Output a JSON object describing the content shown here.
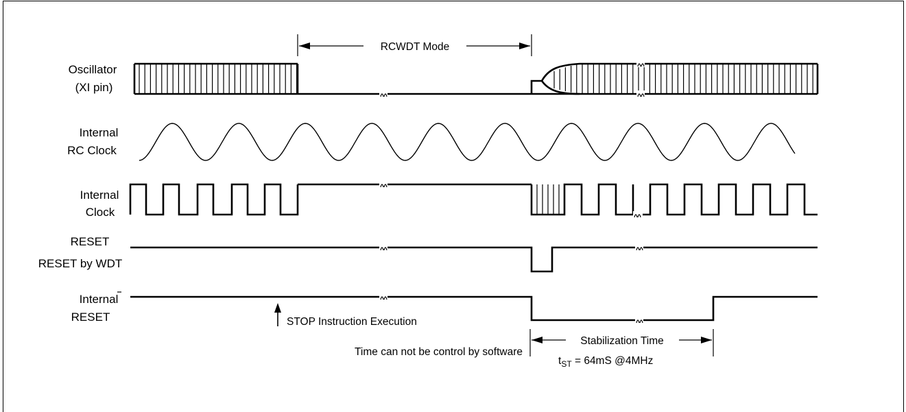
{
  "signals": {
    "oscillator_line1": "Oscillator",
    "oscillator_line2": "(XI pin)",
    "rc_clock_line1": "Internal",
    "rc_clock_line2": "RC Clock",
    "internal_clock_line1": "Internal",
    "internal_clock_line2": "Clock",
    "reset": "RESET",
    "reset_by_wdt": "RESET by WDT",
    "internal_reset_line1": "Internal",
    "internal_reset_line2": "RESET"
  },
  "annotations": {
    "rcwdt_mode": "RCWDT Mode",
    "stop_instruction": "STOP Instruction Execution",
    "time_note": "Time can not be control by software",
    "stabilization_time": "Stabilization Time",
    "tst_prefix": "t",
    "tst_subscript": "ST",
    "tst_value": " = 64mS @4MHz"
  }
}
